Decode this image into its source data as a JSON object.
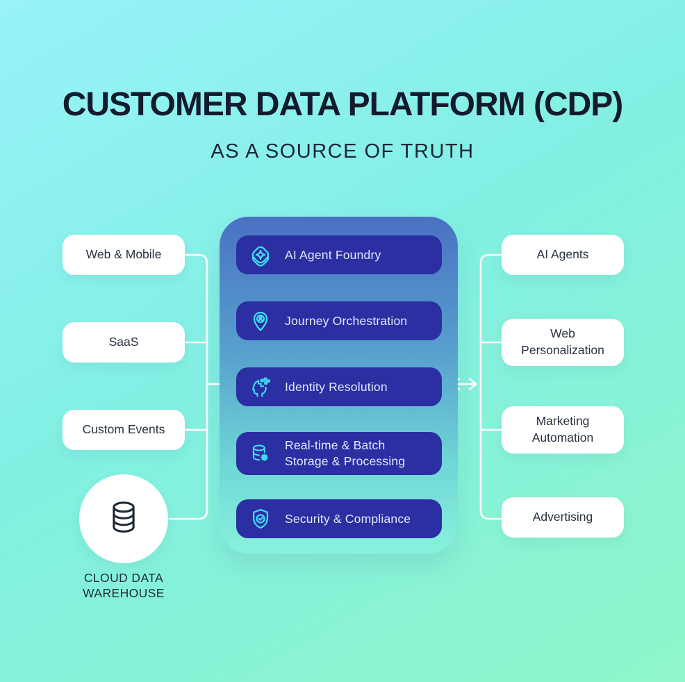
{
  "header": {
    "title": "CUSTOMER DATA PLATFORM (CDP)",
    "subtitle": "AS A SOURCE OF TRUTH"
  },
  "colors": {
    "background_top": "#98F3FA",
    "background_middle": "#82EFE2",
    "background_bottom": "#8EF6C9",
    "panel_gradient_top": "#4A71C3",
    "panel_gradient_bottom": "#87F2DC",
    "module_background": "#2B2FA2",
    "module_text": "#E4E8FB",
    "icon_accent_cyan": "#3FDCF2",
    "card_background": "#FFFFFF",
    "card_text": "#273140",
    "title_text": "#131B2D",
    "connector_line": "#FFFFFF"
  },
  "sources": {
    "items": [
      {
        "label": "Web & Mobile"
      },
      {
        "label": "SaaS"
      },
      {
        "label": "Custom Events"
      }
    ],
    "warehouse": {
      "icon": "database-icon",
      "label": "CLOUD DATA\nWAREHOUSE"
    }
  },
  "platform": {
    "modules": [
      {
        "icon": "ai-agent-foundry-icon",
        "label": "AI Agent Foundry"
      },
      {
        "icon": "journey-pin-icon",
        "label": "Journey Orchestration"
      },
      {
        "icon": "identity-head-icon",
        "label": "Identity Resolution"
      },
      {
        "icon": "storage-database-gear-icon",
        "label": "Real-time & Batch\nStorage & Processing"
      },
      {
        "icon": "security-shield-icon",
        "label": "Security & Compliance"
      }
    ]
  },
  "destinations": {
    "items": [
      {
        "label": "AI Agents"
      },
      {
        "label": "Web\nPersonalization"
      },
      {
        "label": "Marketing\nAutomation"
      },
      {
        "label": "Advertising"
      }
    ]
  },
  "flow": {
    "left_arrow": "arrow-right-icon",
    "right_arrow": "arrow-left-right-icon"
  }
}
